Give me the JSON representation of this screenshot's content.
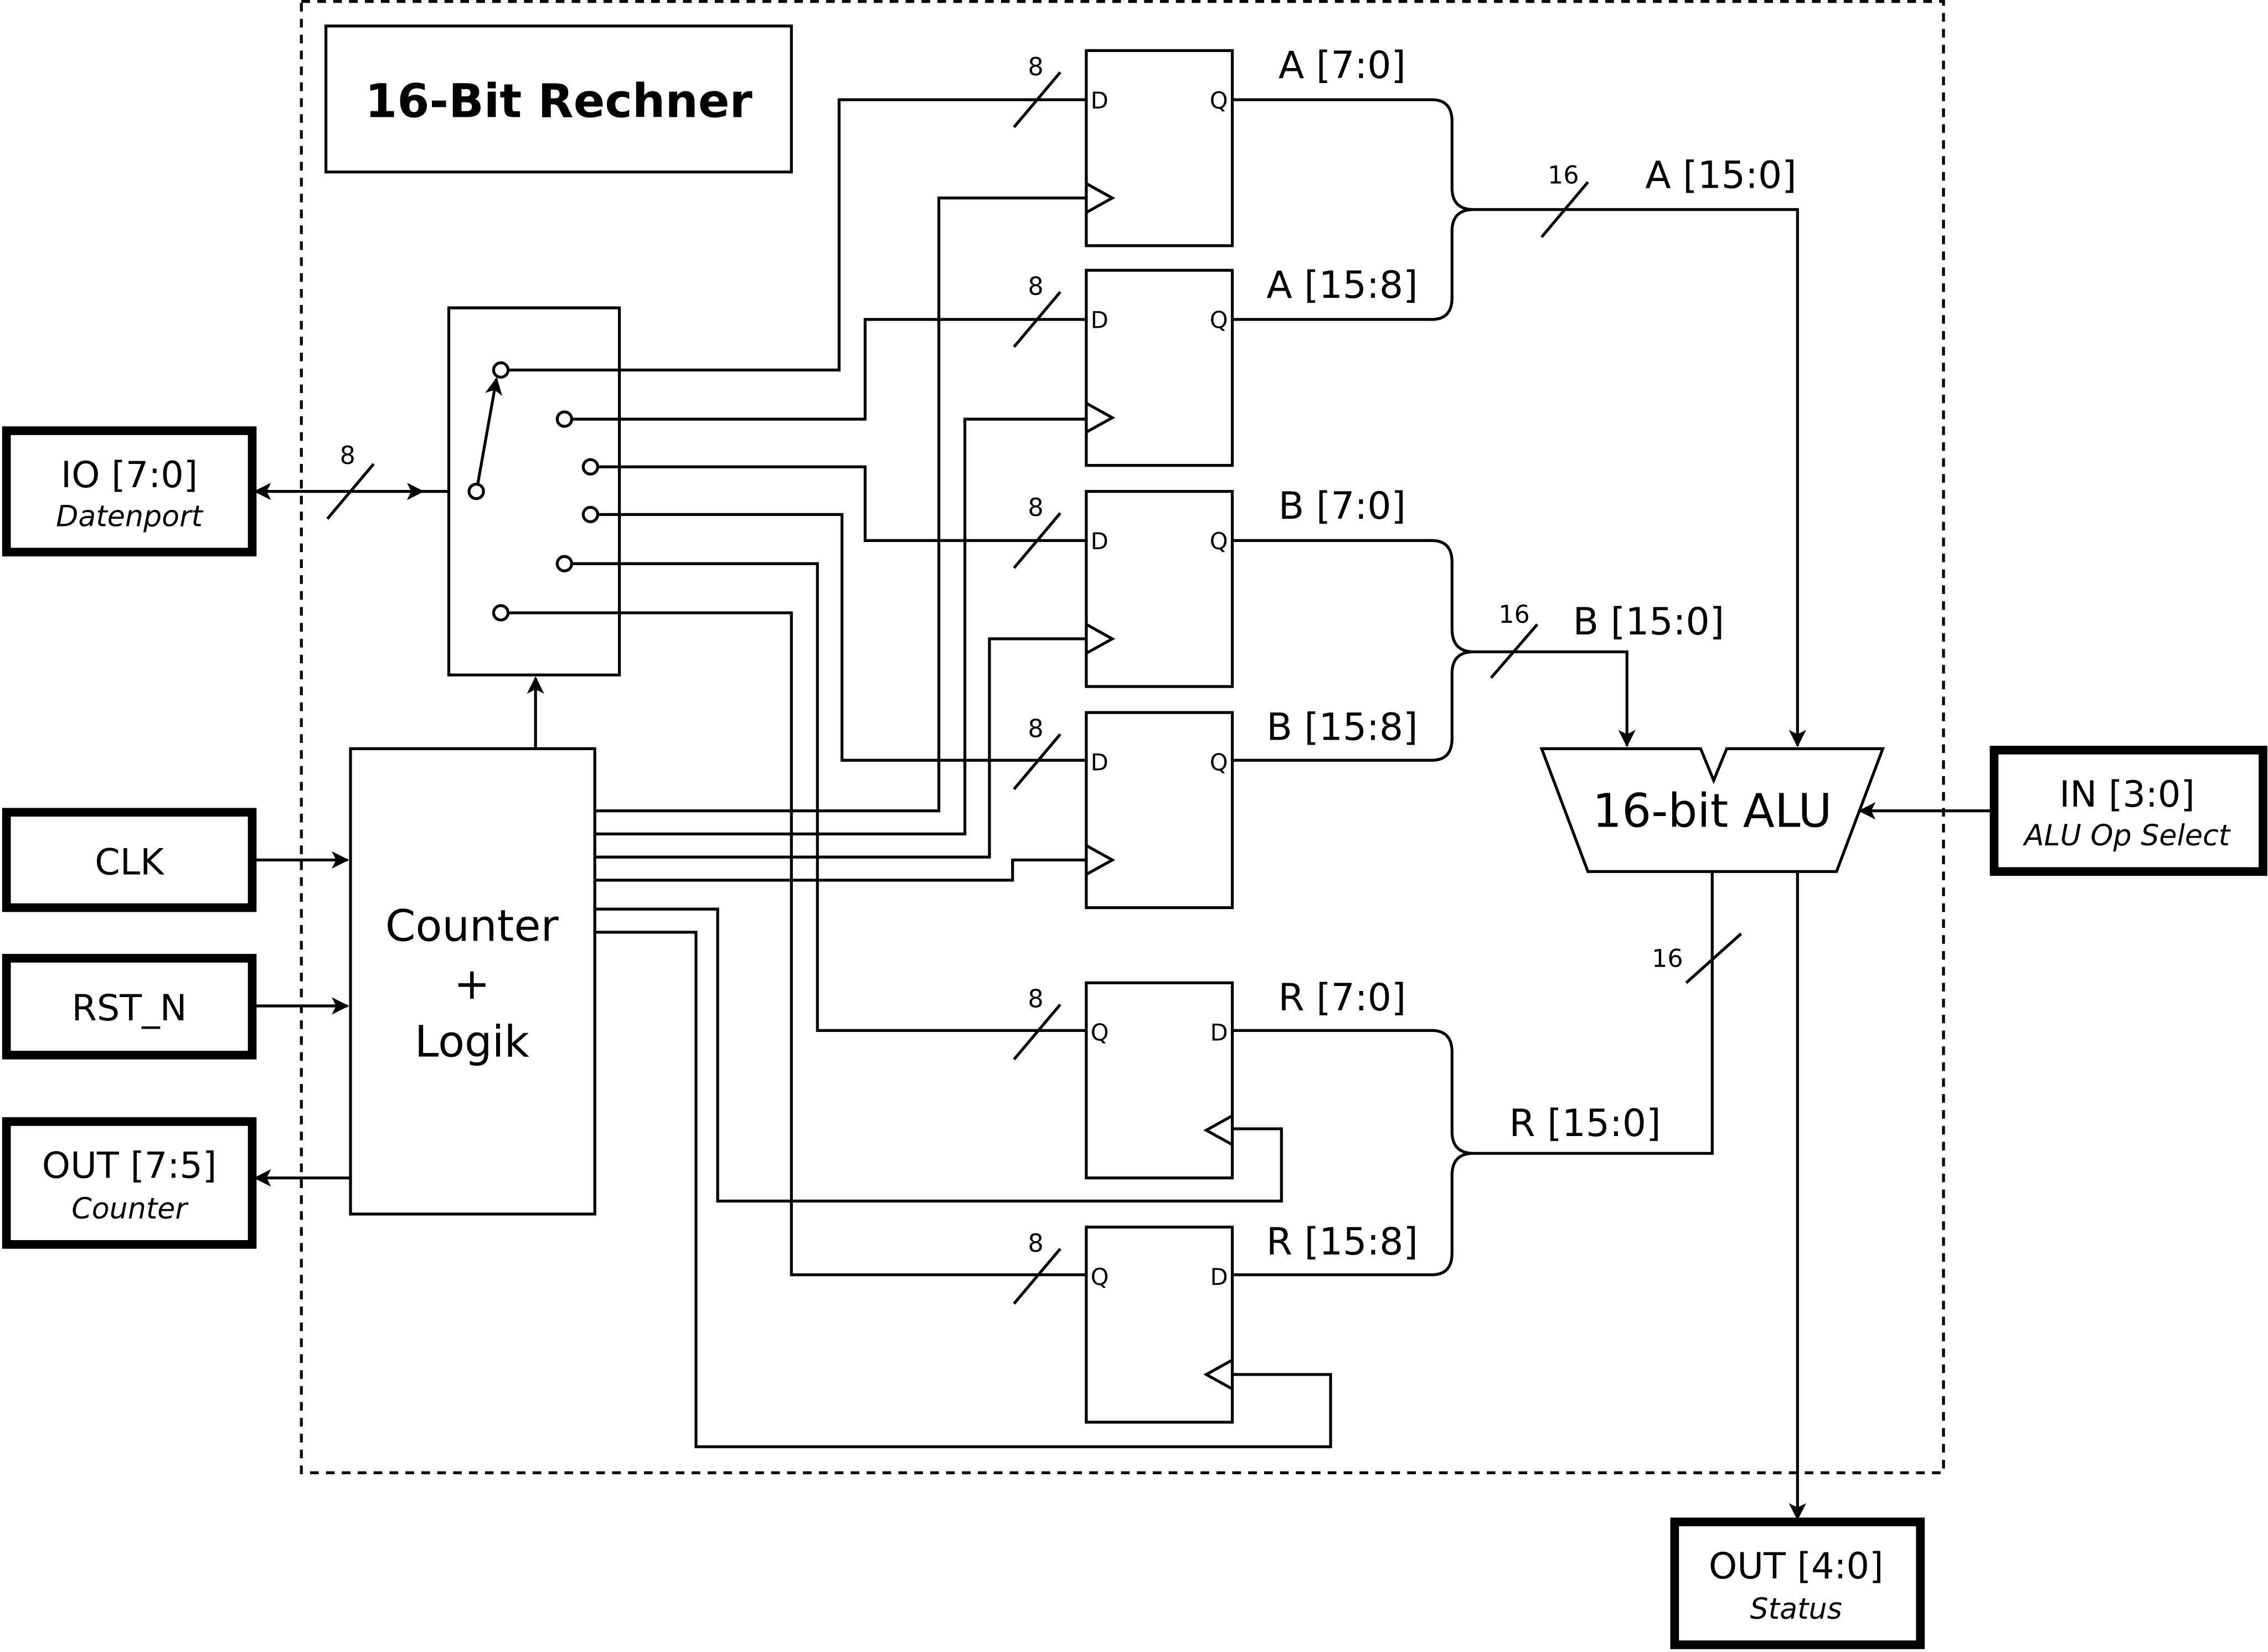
{
  "title": "16-Bit Rechner",
  "ports": {
    "io": {
      "name": "IO [7:0]",
      "desc": "Datenport"
    },
    "clk": {
      "name": "CLK"
    },
    "rst": {
      "name": "RST_N"
    },
    "out_counter": {
      "name": "OUT [7:5]",
      "desc": "Counter"
    },
    "in_alu": {
      "name": "IN [3:0]",
      "desc": "ALU Op Select"
    },
    "out_status": {
      "name": "OUT [4:0]",
      "desc": "Status"
    }
  },
  "counter": {
    "line1": "Counter",
    "line2": "+",
    "line3": "Logik"
  },
  "alu": {
    "label": "16-bit ALU"
  },
  "registers": [
    {
      "label": "A [7:0]",
      "in_pin": "D",
      "out_pin": "Q",
      "width": "8"
    },
    {
      "label": "A [15:8]",
      "in_pin": "D",
      "out_pin": "Q",
      "width": "8"
    },
    {
      "label": "B [7:0]",
      "in_pin": "D",
      "out_pin": "Q",
      "width": "8"
    },
    {
      "label": "B [15:8]",
      "in_pin": "D",
      "out_pin": "Q",
      "width": "8"
    },
    {
      "label": "R [7:0]",
      "in_pin": "Q",
      "out_pin": "D",
      "width": "8"
    },
    {
      "label": "R [15:8]",
      "in_pin": "Q",
      "out_pin": "D",
      "width": "8"
    }
  ],
  "buses": {
    "a": {
      "label": "A [15:0]",
      "width": "16"
    },
    "b": {
      "label": "B [15:0]",
      "width": "16"
    },
    "r": {
      "label": "R [15:0]",
      "width": "16"
    },
    "io_width": "8"
  }
}
